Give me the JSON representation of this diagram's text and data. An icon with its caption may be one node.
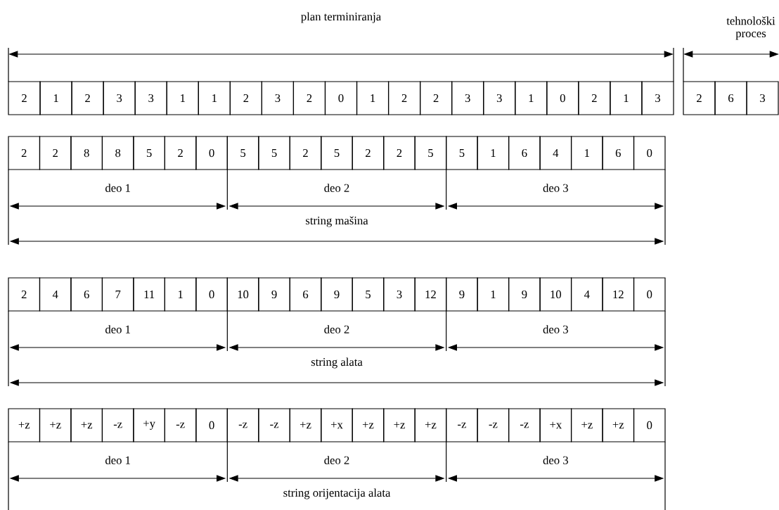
{
  "diagram": {
    "labels": [
      "plan terminiranja",
      "tehnološki proces",
      "2",
      "1",
      "2",
      "3",
      "3",
      "1",
      "1",
      "2",
      "3",
      "2",
      "0",
      "1",
      "2",
      "2",
      "3",
      "3",
      "1",
      "0",
      "2",
      "1",
      "3",
      "2",
      "6",
      "3",
      "2",
      "2",
      "8",
      "8",
      "5",
      "2",
      "0",
      "5",
      "5",
      "2",
      "5",
      "2",
      "2",
      "5",
      "5",
      "1",
      "6",
      "4",
      "1",
      "6",
      "0",
      "deo 1",
      "deo 2",
      "deo 3",
      "string mašina",
      "2",
      "4",
      "6",
      "7",
      "11",
      "1",
      "0",
      "10",
      "9",
      "6",
      "9",
      "5",
      "3",
      "12",
      "9",
      "1",
      "9",
      "10",
      "4",
      "12",
      "0",
      "deo 1",
      "deo 2",
      "deo 3",
      "string alata",
      "+z",
      "+z",
      "+z",
      "-z",
      "+y",
      "-z",
      "0",
      "-z",
      "-z",
      "+z",
      "+x",
      "+z",
      "+z",
      "+z",
      "-z",
      "-z",
      "-z",
      "+x",
      "+z",
      "+z",
      "0",
      "deo 1",
      "deo 2",
      "deo 3",
      "string orijentacija alata"
    ]
  }
}
